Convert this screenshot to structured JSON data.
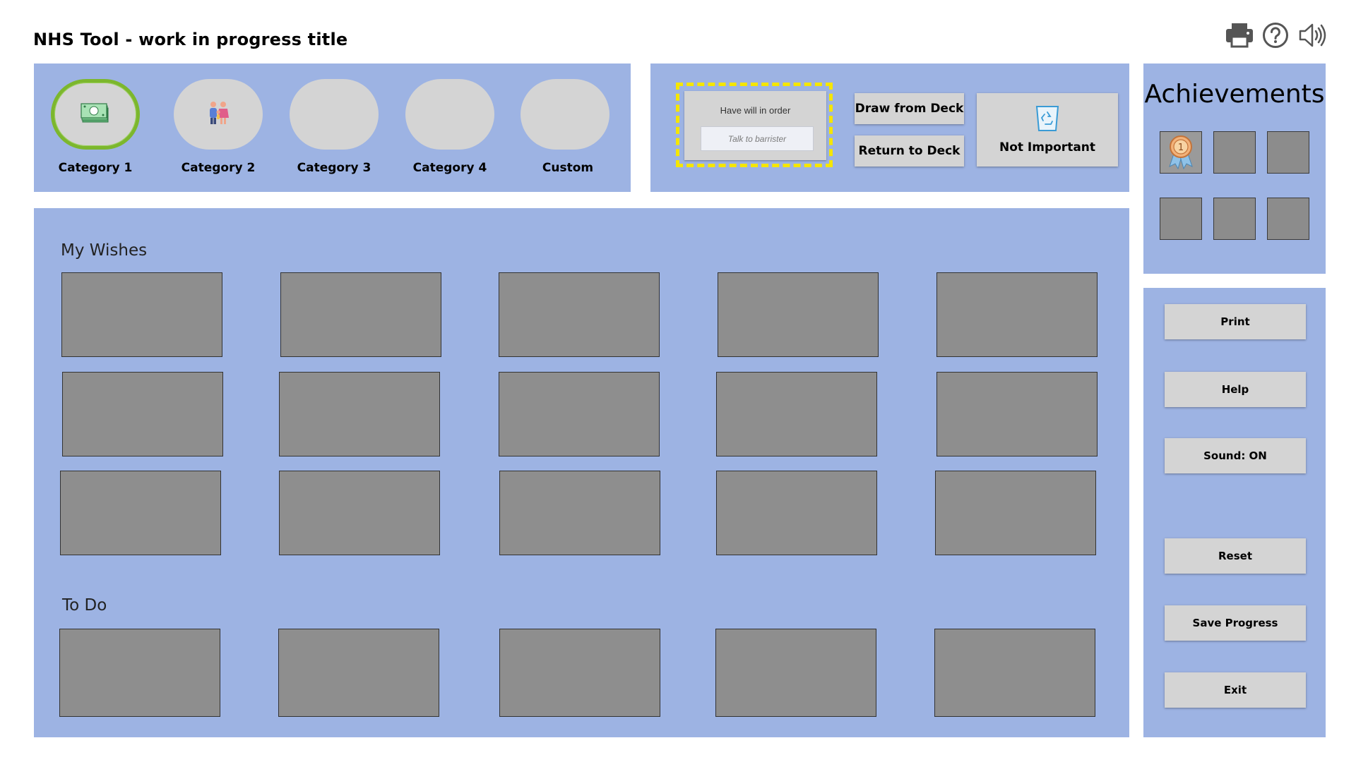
{
  "app": {
    "title": "NHS Tool - work in progress title"
  },
  "top_icons": [
    {
      "name": "printer-icon"
    },
    {
      "name": "help-circle-icon"
    },
    {
      "name": "speaker-icon"
    }
  ],
  "categories": [
    {
      "label": "Category 1",
      "icon": "money-icon",
      "selected": true
    },
    {
      "label": "Category 2",
      "icon": "family-icon",
      "selected": false
    },
    {
      "label": "Category 3",
      "icon": "",
      "selected": false
    },
    {
      "label": "Category 4",
      "icon": "",
      "selected": false
    },
    {
      "label": "Custom",
      "icon": "",
      "selected": false
    }
  ],
  "deck": {
    "card_title": "Have will in order",
    "card_subtitle": "Talk to barrister",
    "draw_label": "Draw from Deck",
    "return_label": "Return to Deck",
    "not_important_label": "Not Important",
    "not_important_icon": "recycle-bin-icon"
  },
  "achievements": {
    "title": "Achievements",
    "earned_icon": "award-ribbon-icon",
    "earned_number": "1"
  },
  "board": {
    "wishes_label": "My Wishes",
    "todo_label": "To Do"
  },
  "side_menu": {
    "print_label": "Print",
    "help_label": "Help",
    "sound_label": "Sound: ON",
    "reset_label": "Reset",
    "save_label": "Save Progress",
    "exit_label": "Exit"
  },
  "colors": {
    "panel": "#9db3e3",
    "card_slot": "#8e8e8e",
    "button": "#d4d4d4",
    "selected_border": "#7cb72d",
    "drop_zone": "#f5e600"
  }
}
